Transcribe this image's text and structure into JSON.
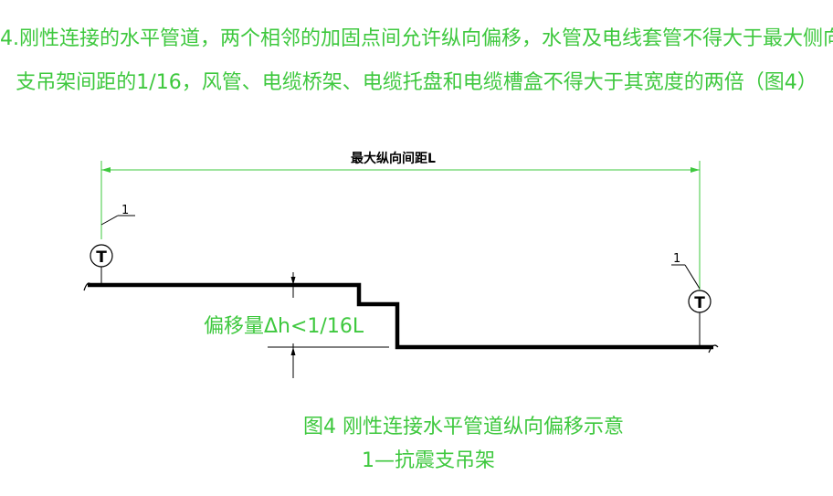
{
  "notes": {
    "line1": "4.刚性连接的水平管道，两个相邻的加固点间允许纵向偏移，水管及电线套管不得大于最大侧向",
    "line2": "支吊架间距的1/16，风管、电缆桥架、电缆托盘和电缆槽盒不得大于其宽度的两倍（图4）"
  },
  "diagram": {
    "dimension_label": "最大纵向间距L",
    "offset_label": "偏移量Δh<1/16L",
    "callout_left": "1",
    "callout_right": "1",
    "support_symbol": "T"
  },
  "caption": {
    "title": "图4  刚性连接水平管道纵向偏移示意",
    "legend": "1—抗震支吊架"
  },
  "colors": {
    "annotation_green": "#3ec83e",
    "line": "#000000"
  }
}
